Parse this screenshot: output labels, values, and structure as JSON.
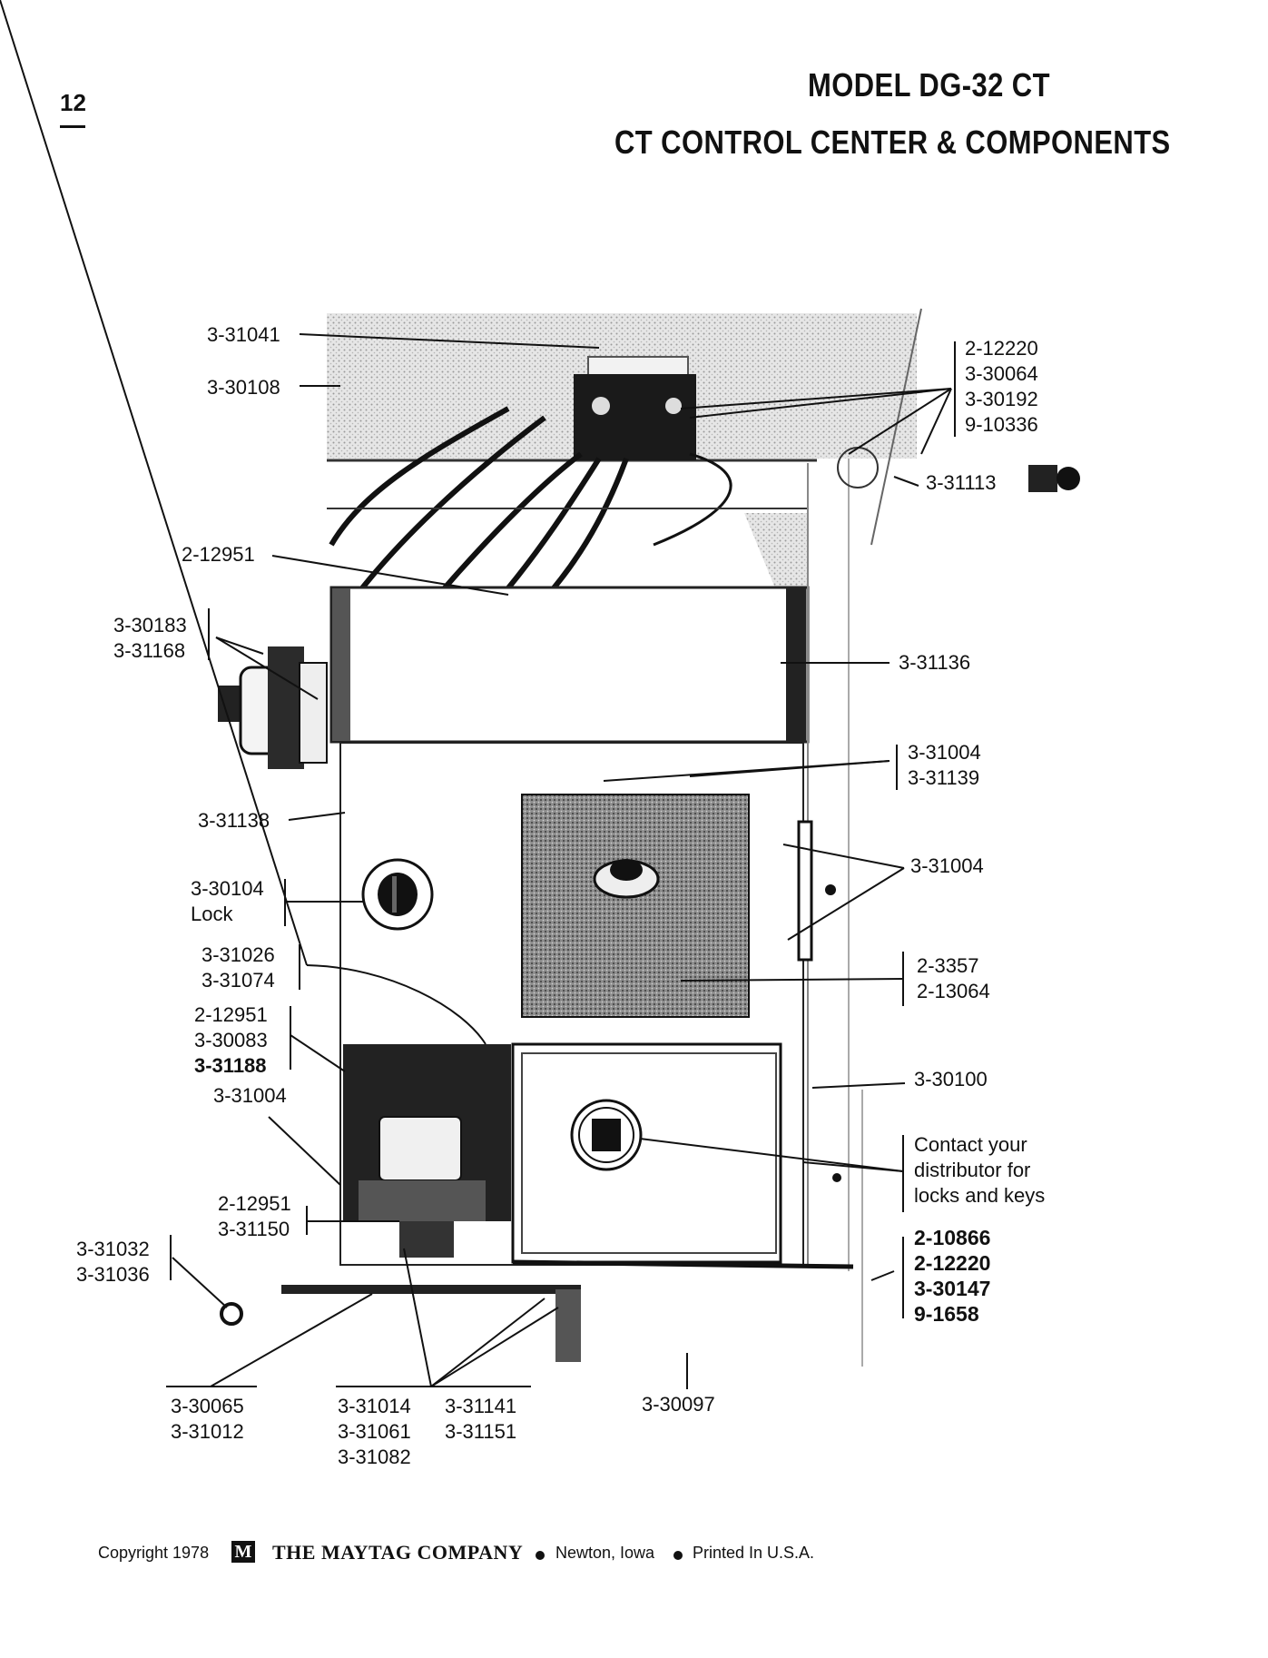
{
  "page": {
    "number": "12",
    "title_line1": "MODEL  DG-32  CT",
    "title_line2": "CT CONTROL CENTER & COMPONENTS"
  },
  "callouts": {
    "c_3_31041": "3-31041",
    "c_3_30108": "3-30108",
    "top_right_group": [
      "2-12220",
      "3-30064",
      "3-30192",
      "9-10336"
    ],
    "c_3_31113": "3-31113",
    "c_2_12951_top": "2-12951",
    "left_motor_group": [
      "3-30183",
      "3-31168"
    ],
    "c_3_31136": "3-31136",
    "right_pair_group": [
      "3-31004",
      "3-31139"
    ],
    "c_3_31138": "3-31138",
    "right_single": "3-31004",
    "lock_group": [
      "3-30104",
      "Lock"
    ],
    "left_mid_group": [
      "3-31026",
      "3-31074"
    ],
    "right_window_group": [
      "2-3357",
      "2-13064"
    ],
    "left_lower_group": [
      "2-12951",
      "3-30083",
      "3-31188"
    ],
    "c_3_30100": "3-30100",
    "c_3_31004_low": "3-31004",
    "distributor_note": [
      "Contact  your",
      "distributor  for",
      "locks  and  keys"
    ],
    "left_bottom_group": [
      "2-12951",
      "3-31150"
    ],
    "bold_right_group": [
      "2-10866",
      "2-12220",
      "3-30147",
      "9-1658"
    ],
    "far_left_group": [
      "3-31032",
      "3-31036"
    ],
    "bottom_a": [
      "3-30065",
      "3-31012"
    ],
    "bottom_b_col1": [
      "3-31014",
      "3-31061",
      "3-31082"
    ],
    "bottom_b_col2": [
      "3-31141",
      "3-31151"
    ],
    "bottom_c": "3-30097"
  },
  "footer": {
    "copyright": "Copyright 1978",
    "logo_letter": "M",
    "company": "THE MAYTAG COMPANY",
    "city": "Newton, Iowa",
    "printed": "Printed In U.S.A."
  }
}
